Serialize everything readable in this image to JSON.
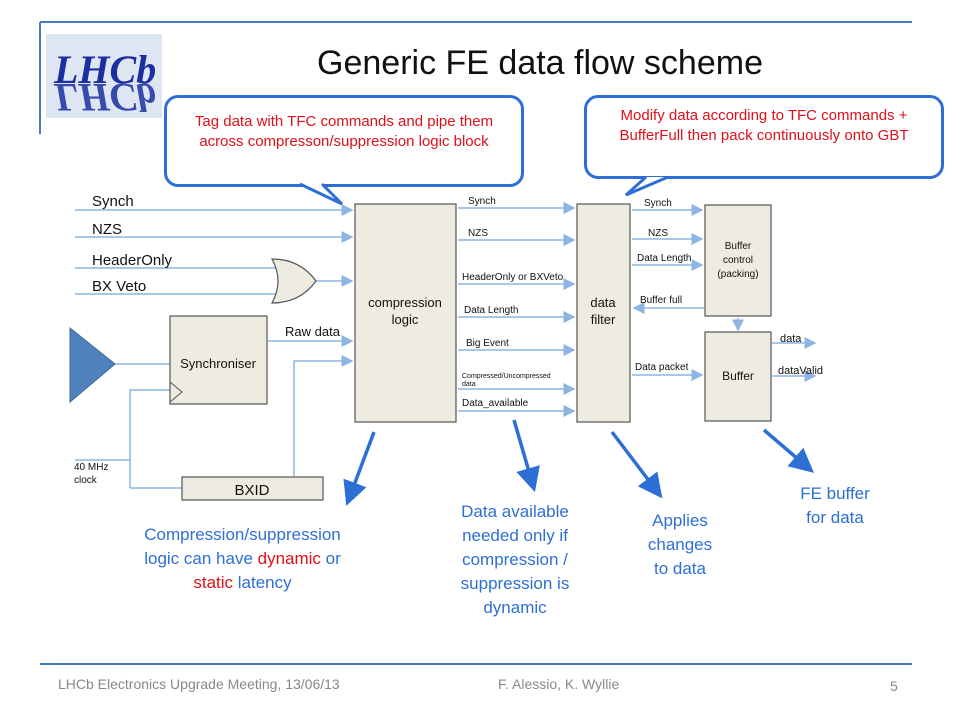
{
  "title": "Generic FE data flow scheme",
  "logo": {
    "text": "LHCb",
    "mirrored": "LHCb"
  },
  "callouts": {
    "left": "Tag data with TFC commands and pipe them across compresson/suppression logic block",
    "right": "Modify data according to TFC commands + BufferFull then pack continuously onto GBT"
  },
  "inputs": {
    "synch": "Synch",
    "nzs": "NZS",
    "headeronly": "HeaderOnly",
    "bxveto": "BX Veto",
    "clock": "40 MHz clock",
    "clock_line1": "40 MHz",
    "clock_line2": "clock"
  },
  "blocks": {
    "synchroniser": "Synchroniser",
    "compression": [
      "compression",
      "logic"
    ],
    "filter": [
      "data",
      "filter"
    ],
    "buffer_control": [
      "Buffer",
      "control",
      "(packing)"
    ],
    "buffer": "Buffer",
    "bxid": "BXID"
  },
  "signals": {
    "raw_data": "Raw data",
    "c_synch": "Synch",
    "c_nzs": "NZS",
    "c_headeronly": "HeaderOnly or BXVeto",
    "c_datalength": "Data Length",
    "c_bigevent": "Big Event",
    "c_compressed": [
      "Compressed/Uncompressed",
      "data"
    ],
    "c_dataavailable": "Data_available",
    "f_synch": "Synch",
    "f_nzs": "NZS",
    "f_datalength": "Data Length",
    "f_bufferfull": "Buffer full",
    "f_datapacket": "Data packet",
    "o_data": "data",
    "o_datavalid": "dataValid"
  },
  "annotations": {
    "compression": {
      "a": "Compression/suppression",
      "b": "logic can have ",
      "dynamic": "dynamic",
      "or": " or",
      "static": "static",
      "latency": " latency"
    },
    "data_available": [
      "Data available",
      "needed only if",
      "compression /",
      "suppression is",
      "dynamic"
    ],
    "applies": [
      "Applies",
      "changes",
      "to data"
    ],
    "fe_buffer": [
      "FE buffer",
      "for data"
    ]
  },
  "footer": {
    "left": "LHCb Electronics Upgrade Meeting, 13/06/13",
    "center": "F. Alessio, K. Wyllie",
    "page": "5"
  },
  "colors": {
    "accent": "#2e6fd6",
    "red": "#e0101a",
    "block_fill": "#eeece1",
    "arrow_blue": "#8eb4e3"
  }
}
